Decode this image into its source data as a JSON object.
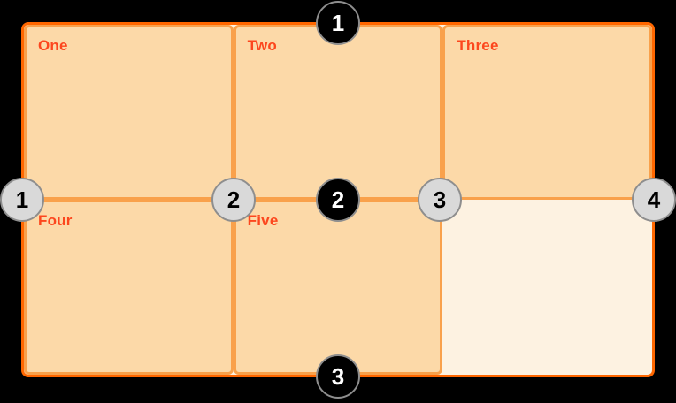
{
  "diagram": {
    "description": "CSS grid line-numbering diagram: 3x2 grid with five placed items and one empty cell",
    "cells": [
      {
        "label": "One"
      },
      {
        "label": "Two"
      },
      {
        "label": "Three"
      },
      {
        "label": "Four"
      },
      {
        "label": "Five"
      }
    ],
    "column_line_markers": [
      {
        "number": "1"
      },
      {
        "number": "2"
      },
      {
        "number": "3"
      },
      {
        "number": "4"
      }
    ],
    "row_line_markers": [
      {
        "number": "1"
      },
      {
        "number": "2"
      },
      {
        "number": "3"
      }
    ],
    "colors": {
      "page_background": "#000000",
      "container_border": "#FF6700",
      "container_background": "#FDF2E1",
      "cell_background": "#FCD9A8",
      "cell_border": "#F9A14B",
      "cell_label_text": "#FC471E",
      "column_marker_fill": "#D9D9D9",
      "column_marker_text": "#000000",
      "row_marker_fill": "#000000",
      "row_marker_text": "#FFFFFF",
      "marker_ring": "#8E8E8E"
    }
  }
}
